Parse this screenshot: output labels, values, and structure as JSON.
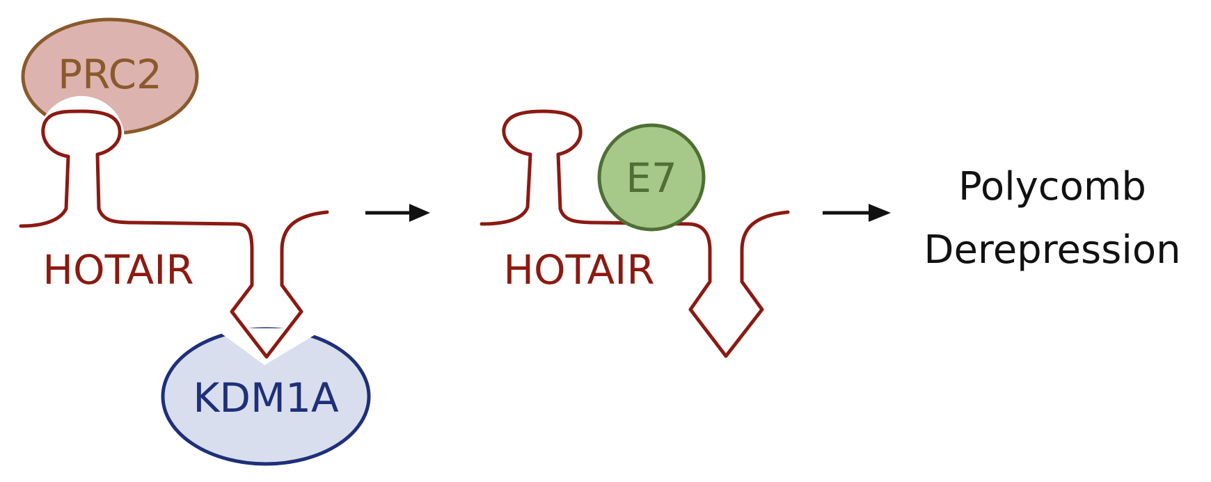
{
  "diagram": {
    "left_panel": {
      "rna_label": "HOTAIR",
      "top_protein": "PRC2",
      "bottom_protein": "KDM1A"
    },
    "right_panel": {
      "rna_label": "HOTAIR",
      "bound_protein": "E7"
    },
    "outcome": {
      "line1": "Polycomb",
      "line2": "Derepression"
    }
  },
  "colors": {
    "rna_stroke": "#8b1a12",
    "prc2_fill": "#dcb3ae",
    "prc2_stroke": "#8a5a2c",
    "prc2_text": "#8a5a2c",
    "kdm1a_fill": "#d8deee",
    "kdm1a_stroke": "#1f2f78",
    "kdm1a_text": "#1f2f78",
    "e7_fill": "#a6c98a",
    "e7_stroke": "#4f6f35",
    "e7_text": "#4f6f35",
    "arrow": "#111111",
    "text": "#111111"
  }
}
